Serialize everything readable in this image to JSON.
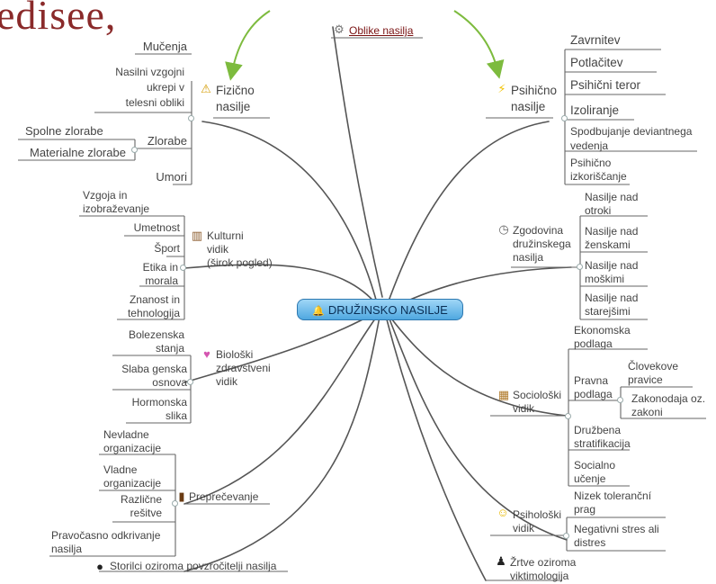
{
  "heading_fragment": "edisee,",
  "center": {
    "label": "DRUŽINSKO NASILJE"
  },
  "top_link": {
    "label": "Oblike nasilja"
  },
  "branches": {
    "fizicno": {
      "label": "Fizično\nnasilje",
      "items": [
        "Mučenja",
        "Nasilni vzgojni\nukrepi v\ntelesni obliki",
        "Zlorabe",
        "Umori"
      ],
      "zlorabe_sub": [
        "Spolne zlorabe",
        "Materialne zlorabe"
      ]
    },
    "kulturni": {
      "label": "Kulturni\nvidik\n(širok pogled)",
      "items": [
        "Vzgoja in\nizobraževanje",
        "Umetnost",
        "Šport",
        "Etika in\nmorala",
        "Znanost in\ntehnologija"
      ]
    },
    "bioloski": {
      "label": "Biološki\nzdravstveni\nvidik",
      "items": [
        "Bolezenska\nstanja",
        "Slaba genska\nosnova",
        "Hormonska\nslika"
      ]
    },
    "preprecevanje": {
      "label": "Preprečevanje",
      "items": [
        "Nevladne\norganizacije",
        "Vladne\norganizacije",
        "Različne\nrešitve",
        "Pravočasno odkrivanje\nnasilja"
      ]
    },
    "storilci": {
      "label": "Storilci oziroma povzročitelji nasilja"
    },
    "psihicno": {
      "label": "Psihično\nnasilje",
      "items": [
        "Zavrnitev",
        "Potlačitev",
        "Psihični teror",
        "Izoliranje",
        "Spodbujanje deviantnega\nvedenja",
        "Psihično\nizkoriščanje"
      ]
    },
    "zgodovina": {
      "label": "Zgodovina\ndružinskega\nnasilja",
      "items": [
        "Nasilje nad\notroki",
        "Nasilje nad\nženskami",
        "Nasilje nad\nmoškimi",
        "Nasilje nad\nstarejšimi"
      ]
    },
    "socioloski": {
      "label": "Sociološki\nvidik",
      "items": [
        "Ekonomska\npodlaga",
        "Pravna\npodlaga",
        "Družbena\nstratifikacija",
        "Socialno\nučenje"
      ],
      "pravna_sub": [
        "Človekove\npravice",
        "Zakonodaja oz.\nzakoni"
      ]
    },
    "psiholoski": {
      "label": "Psihološki\nvidik",
      "items": [
        "Nizek toleranční\nprag",
        "Negativni stres ali\ndistres"
      ]
    },
    "zrtve": {
      "label": "Žrtve oziroma\nviktimologija"
    }
  },
  "icons": {
    "fizicno": "warning-icon",
    "kulturni": "book-icon",
    "bioloski": "heart-icon",
    "preprecevanje": "jar-icon",
    "storilci": "bomb-icon",
    "psihicno": "lightning-icon",
    "zgodovina": "clock-icon",
    "socioloski": "building-icon",
    "psiholoski": "smiley-icon",
    "zrtve": "person-icon",
    "top": "gear-icon",
    "center": "bell-icon"
  },
  "colors": {
    "heading": "#8a2a2a",
    "center_fill": "#6ab8ea",
    "lines": "#5a5a5a",
    "arrow": "#7dbb3e",
    "top_link": "#7a1313"
  }
}
